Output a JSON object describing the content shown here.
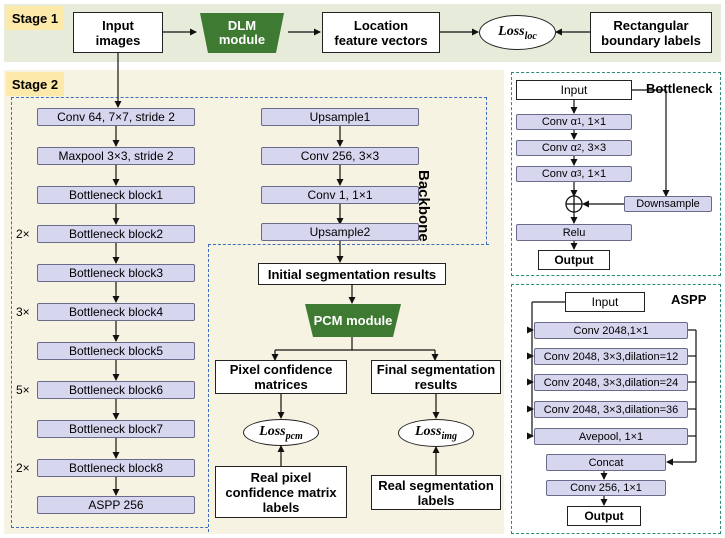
{
  "stage1": {
    "label": "Stage 1",
    "input_images": "Input\nimages",
    "dlm_module": "DLM\nmodule",
    "location_vectors": "Location\nfeature vectors",
    "loss_loc": {
      "main": "Loss",
      "sub": "loc"
    },
    "rect_labels": "Rectangular\nboundary labels"
  },
  "stage2": {
    "label": "Stage 2",
    "backbone_left": [
      "Conv 64, 7×7, stride 2",
      "Maxpool 3×3, stride 2",
      "Bottleneck block1",
      "Bottleneck block2",
      "Bottleneck block3",
      "Bottleneck block4",
      "Bottleneck block5",
      "Bottleneck block6",
      "Bottleneck block7",
      "Bottleneck block8",
      "ASPP 256"
    ],
    "multipliers": [
      "2×",
      "3×",
      "5×",
      "2×"
    ],
    "backbone_right": [
      "Upsample1",
      "Conv 256, 3×3",
      "Conv 1, 1×1",
      "Upsample2"
    ],
    "backbone_title": "Backbone",
    "initial_results": "Initial segmentation results",
    "pcm_module": "PCM module",
    "pixel_conf": "Pixel confidence\nmatrices",
    "final_results": "Final segmentation\nresults",
    "loss_pcm": {
      "main": "Loss",
      "sub": "pcm"
    },
    "loss_img": {
      "main": "Loss",
      "sub": "img"
    },
    "real_pixel_labels": "Real pixel\nconfidence matrix\nlabels",
    "real_seg_labels": "Real segmentation\nlabels"
  },
  "bottleneck": {
    "title": "Bottleneck",
    "input": "Input",
    "conv1": {
      "main": "Conv α",
      "sub": "1",
      "rest": ", 1×1"
    },
    "conv2": {
      "main": "Conv α",
      "sub": "2",
      "rest": ", 3×3"
    },
    "conv3": {
      "main": "Conv α",
      "sub": "3",
      "rest": ", 1×1"
    },
    "downsample": "Downsample",
    "relu": "Relu",
    "output": "Output"
  },
  "aspp": {
    "title": "ASPP",
    "input": "Input",
    "branches": [
      "Conv 2048,1×1",
      "Conv 2048, 3×3,dilation=12",
      "Conv 2048, 3×3,dilation=24",
      "Conv 2048, 3×3,dilation=36",
      "Avepool, 1×1"
    ],
    "concat": "Concat",
    "conv": "Conv 256, 1×1",
    "output": "Output"
  },
  "colors": {
    "stage1_bg": "#e6ecd9",
    "stage2_bg": "#f7f3e3",
    "stage_tag": "#fde9a9",
    "module_green": "#3f7a33",
    "block_fill": "#d6d6ef",
    "blue_dash": "#3f6ec0",
    "teal_dash": "#2f8a78"
  }
}
